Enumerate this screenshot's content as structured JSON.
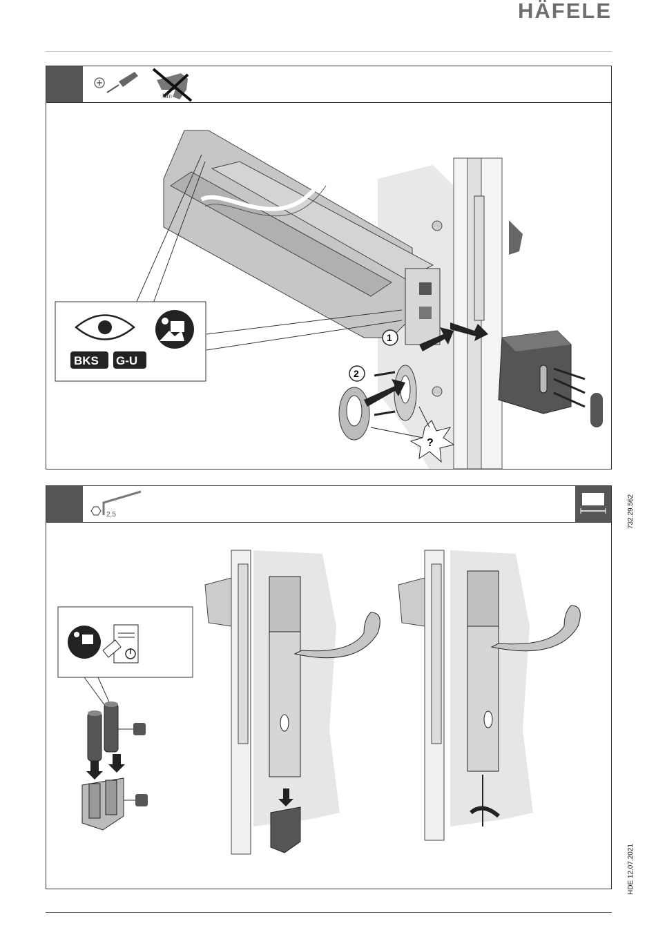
{
  "brand": {
    "logo_text": "HÄFELE"
  },
  "step1": {
    "tools": [
      "phillips-screwdriver-icon",
      "no-power-drill-icon"
    ],
    "drill_label": "Nm",
    "callout_labels": [
      "BKS",
      "G-U"
    ],
    "markers": [
      "1",
      "2"
    ]
  },
  "step2": {
    "tools": [
      "hex-key-icon"
    ],
    "hex_size": "2,5"
  },
  "side_info": {
    "article_number": "732.29.562",
    "date_code": "HDE 12.07.2021"
  }
}
